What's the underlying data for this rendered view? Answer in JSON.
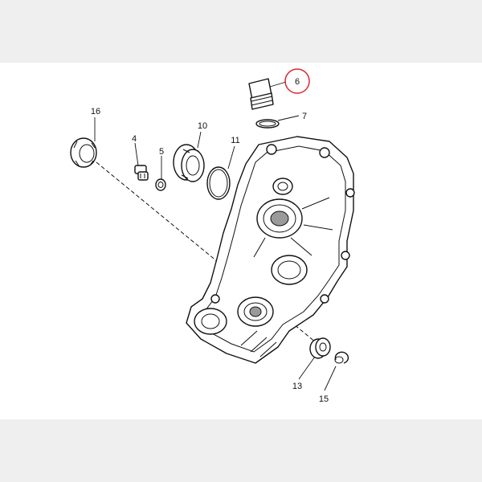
{
  "diagram": {
    "callouts": [
      {
        "id": "16",
        "text": "16"
      },
      {
        "id": "4",
        "text": "4"
      },
      {
        "id": "5",
        "text": "5"
      },
      {
        "id": "10",
        "text": "10"
      },
      {
        "id": "11",
        "text": "11"
      },
      {
        "id": "6",
        "text": "6",
        "highlighted": true
      },
      {
        "id": "7",
        "text": "7"
      },
      {
        "id": "13",
        "text": "13"
      },
      {
        "id": "15",
        "text": "15"
      }
    ],
    "highlight_color": "#d9282f",
    "line_color": "#111111",
    "background_color": "#efefef"
  }
}
